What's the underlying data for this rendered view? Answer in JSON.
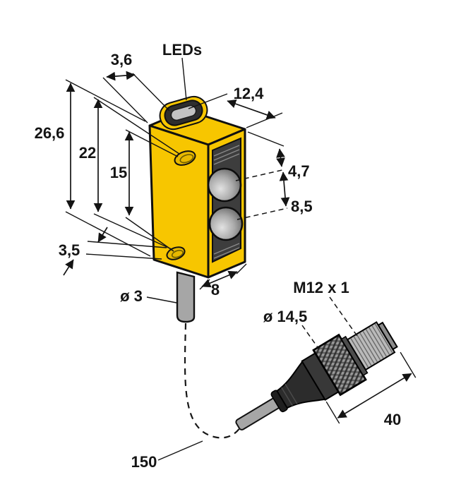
{
  "drawing": {
    "labels": {
      "leds": "LEDs",
      "led_offset": "3,6",
      "top_width": "12,4",
      "body_height": "26,6",
      "hole_span": "22",
      "lens_span": "15",
      "lens_offset": "4,7",
      "lens_pitch": "8,5",
      "hole_offset": "3,5",
      "cable_dia": "ø 3",
      "body_depth": "8",
      "thread_spec": "M12 x 1",
      "connector_dia": "ø 14,5",
      "connector_len": "40",
      "cable_len": "150"
    },
    "colors": {
      "housing_yellow": "#f7c600",
      "panel_dark": "#3d3d3d",
      "cable_gray": "#a6a6a6",
      "metal_gray": "#bababa"
    }
  }
}
